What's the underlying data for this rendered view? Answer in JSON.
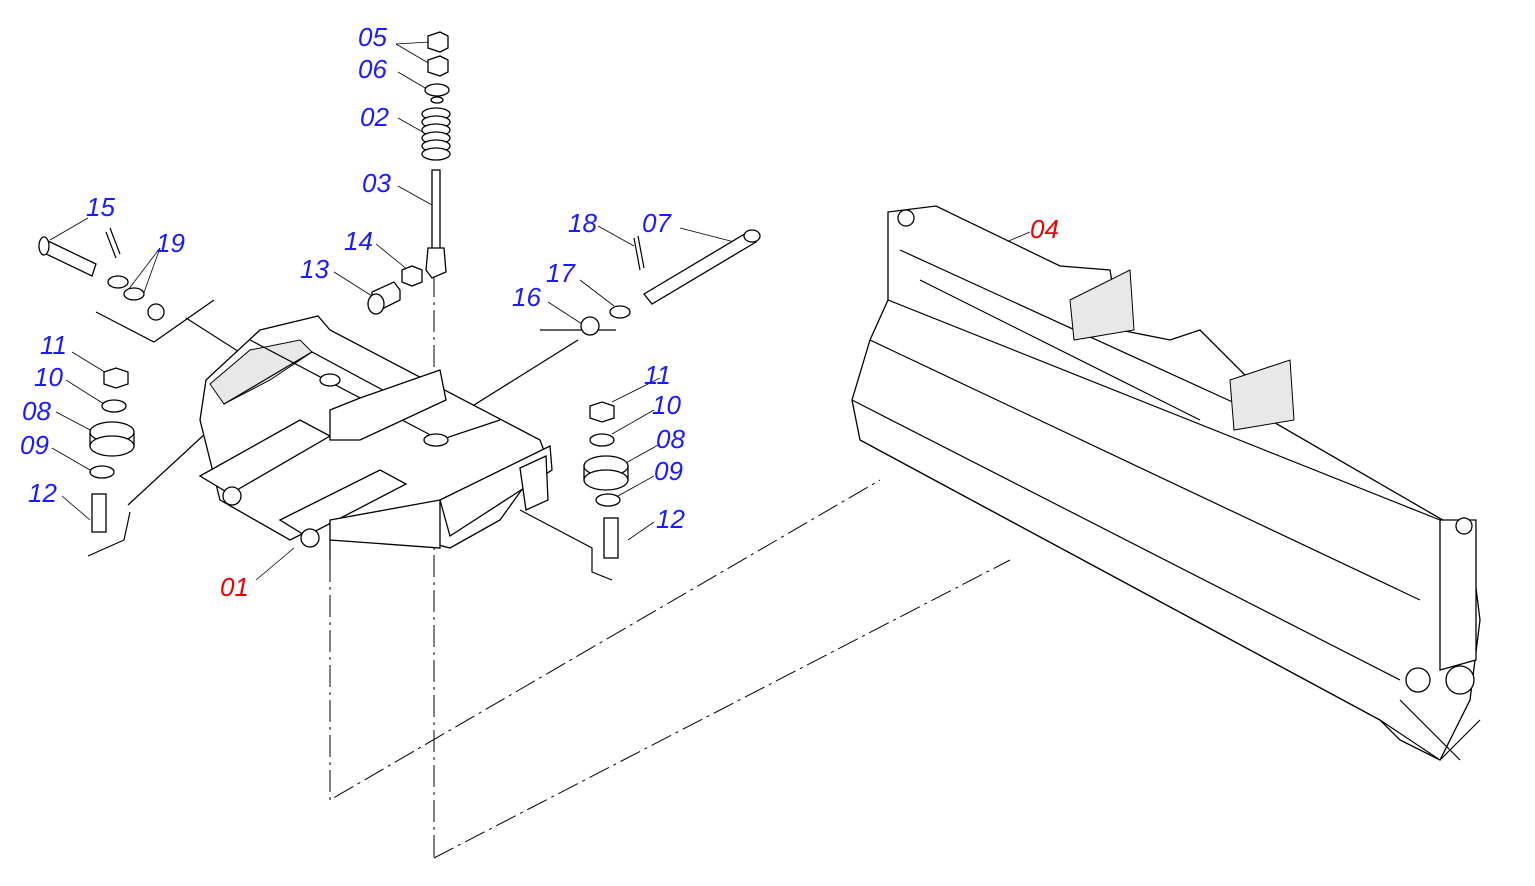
{
  "colors": {
    "part_label": "#1a1aff",
    "assembly_label": "#ee0000",
    "line": "#000000"
  },
  "labels": {
    "p05": "05",
    "p06": "06",
    "p02": "02",
    "p03": "03",
    "p15": "15",
    "p19": "19",
    "p14": "14",
    "p13": "13",
    "p18": "18",
    "p07": "07",
    "p17": "17",
    "p16": "16",
    "p11a": "11",
    "p10a": "10",
    "p08a": "08",
    "p09a": "09",
    "p12a": "12",
    "p11b": "11",
    "p10b": "10",
    "p08b": "08",
    "p09b": "09",
    "p12b": "12",
    "p01": "01",
    "p04": "04"
  }
}
